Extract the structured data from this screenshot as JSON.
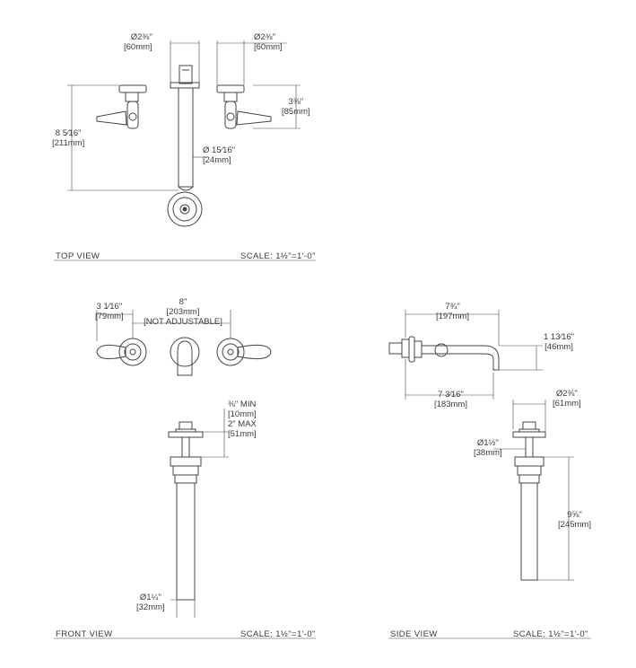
{
  "views": {
    "top": {
      "title": "TOP VIEW",
      "scale": "SCALE: 1½\"=1'-0\""
    },
    "front": {
      "title": "FRONT VIEW",
      "scale": "SCALE: 1½\"=1'-0\""
    },
    "side": {
      "title": "SIDE VIEW",
      "scale": "SCALE: 1½\"=1'-0\""
    }
  },
  "dims": {
    "top_handle_dia_left": [
      "Ø2⅜\"",
      "[60mm]"
    ],
    "top_handle_dia_right": [
      "Ø2⅜\"",
      "[60mm]"
    ],
    "top_handle_depth": [
      "3⅜\"",
      "[85mm]"
    ],
    "top_overall_depth": [
      "8 5⁄16\"",
      "[211mm]"
    ],
    "top_spout_dia": [
      "Ø 15⁄16\"",
      "[24mm]"
    ],
    "front_handle_offset": [
      "3 1⁄16\"",
      "[79mm]"
    ],
    "front_spread": [
      "8\"",
      "[203mm]",
      "[NOT ADJUSTABLE]"
    ],
    "front_drain_range": [
      "⅜\" MIN",
      "[10mm]",
      "2\" MAX",
      "[51mm]"
    ],
    "front_tail_dia": [
      "Ø1¼\"",
      "[32mm]"
    ],
    "side_spout_reach": [
      "7¾\"",
      "[197mm]"
    ],
    "side_spout_height": [
      "1 13⁄16\"",
      "[46mm]"
    ],
    "side_spout_depth": [
      "7 3⁄16\"",
      "[183mm]"
    ],
    "side_flange_dia": [
      "Ø2⅜\"",
      "[61mm]"
    ],
    "side_pop_dia": [
      "Ø1½\"",
      "[38mm]"
    ],
    "side_drain_length": [
      "9⅝\"",
      "[245mm]"
    ]
  }
}
